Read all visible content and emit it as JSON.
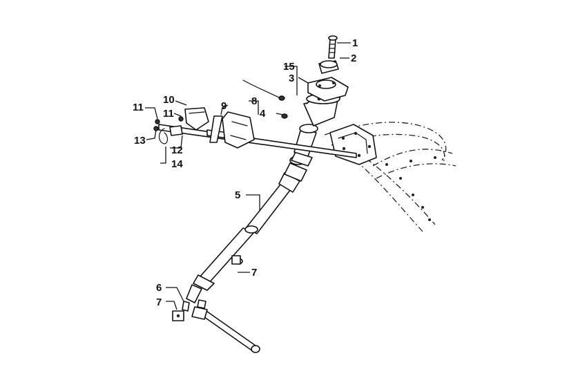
{
  "diagram": {
    "callouts": [
      {
        "id": "c1",
        "label": "1"
      },
      {
        "id": "c2",
        "label": "2"
      },
      {
        "id": "c3",
        "label": "3"
      },
      {
        "id": "c4",
        "label": "4"
      },
      {
        "id": "c5",
        "label": "5"
      },
      {
        "id": "c6",
        "label": "6"
      },
      {
        "id": "c7a",
        "label": "7"
      },
      {
        "id": "c7b",
        "label": "7"
      },
      {
        "id": "c8",
        "label": "8"
      },
      {
        "id": "c9",
        "label": "9"
      },
      {
        "id": "c10",
        "label": "10"
      },
      {
        "id": "c11a",
        "label": "11"
      },
      {
        "id": "c11b",
        "label": "11"
      },
      {
        "id": "c12",
        "label": "12"
      },
      {
        "id": "c13",
        "label": "13"
      },
      {
        "id": "c14",
        "label": "14"
      },
      {
        "id": "c15",
        "label": "15"
      }
    ]
  }
}
